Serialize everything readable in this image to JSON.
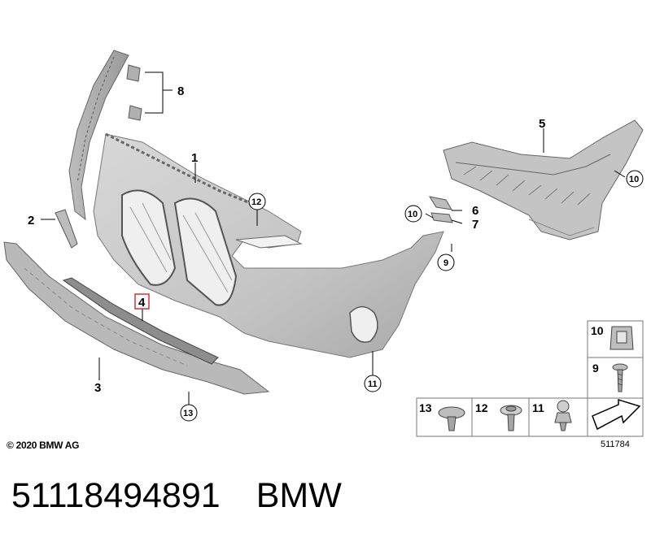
{
  "callouts": {
    "c1": "1",
    "c2": "2",
    "c3": "3",
    "c4": "4",
    "c5": "5",
    "c6": "6",
    "c7": "7",
    "c8": "8",
    "c9": "9",
    "c10a": "10",
    "c10b": "10",
    "c11": "11",
    "c12": "12",
    "c13": "13"
  },
  "legend": {
    "item10": "10",
    "item9": "9",
    "item13": "13",
    "item12": "12",
    "item11": "11"
  },
  "copyright": "© 2020 BMW AG",
  "diagram_ref": "511784",
  "footer": {
    "part_number": "51118494891",
    "brand": "BMW"
  },
  "colors": {
    "part_fill": "#c8c8c8",
    "part_light": "#dcdcdc",
    "part_dark": "#8a8a8a",
    "highlight": "#d0343a"
  }
}
